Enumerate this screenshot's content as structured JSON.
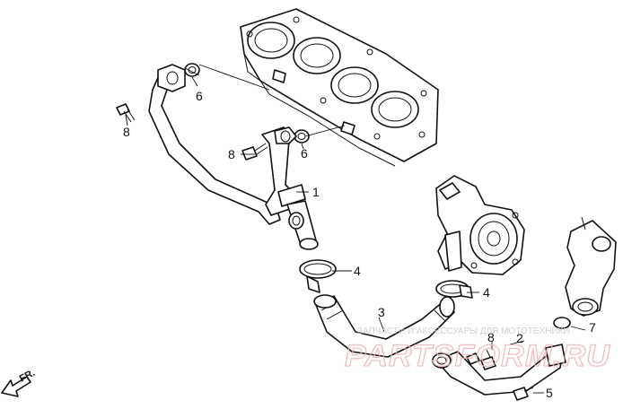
{
  "callouts": {
    "part_1": "1",
    "part_2": "2",
    "part_3": "3",
    "part_4_upper": "4",
    "part_4_right": "4",
    "part_5": "5",
    "part_6_left": "6",
    "part_6_right": "6",
    "part_7": "7",
    "part_8_left": "8",
    "part_8_mid": "8",
    "part_8_low": "8"
  },
  "direction": {
    "label": "FR."
  },
  "watermark": {
    "caption": "ЗАПЧАСТИ И АКСЕССУАРЫ ДЛЯ МОТОТЕХНИКИ",
    "logo": "PARTSFORM.RU"
  },
  "colors": {
    "line": "#111111",
    "watermark_text": "#c9c9c9",
    "watermark_logo": "#f0b4b4"
  }
}
